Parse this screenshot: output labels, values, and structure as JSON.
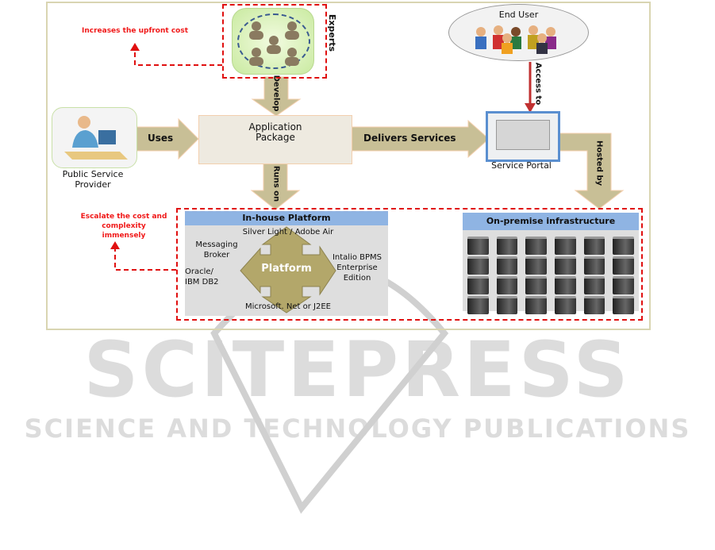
{
  "annotations": {
    "upfront": "Increases the upfront cost",
    "escalate": "Escalate the cost and complexity immensely"
  },
  "nodes": {
    "experts": "Experts",
    "application_package": "Application Package",
    "public_service_provider": "Public Service Provider",
    "service_portal": "Service Portal",
    "end_user": "End User"
  },
  "arrows": {
    "develop": "Develop",
    "uses": "Uses",
    "delivers": "Delivers Services",
    "runs_on": "Runs on",
    "access_to": "Access to",
    "hosted_by": "Hosted by"
  },
  "platform": {
    "title": "In-house Platform",
    "center": "Platform",
    "top": "Silver Light / Adobe Air",
    "messaging": "Messaging Broker",
    "left": "Oracle/ IBM DB2",
    "right": "Intalio BPMS Enterprise Edition",
    "bottom": "Microsoft. Net or J2EE"
  },
  "infrastructure": {
    "title": "On-premise infrastructure",
    "server_count": 24
  },
  "watermark": {
    "main": "SCITEPRESS",
    "sub": "SCIENCE AND TECHNOLOGY PUBLICATIONS"
  },
  "colors": {
    "arrow": "#c8bf96",
    "red": "#e01010",
    "header": "#8fb4e3"
  }
}
